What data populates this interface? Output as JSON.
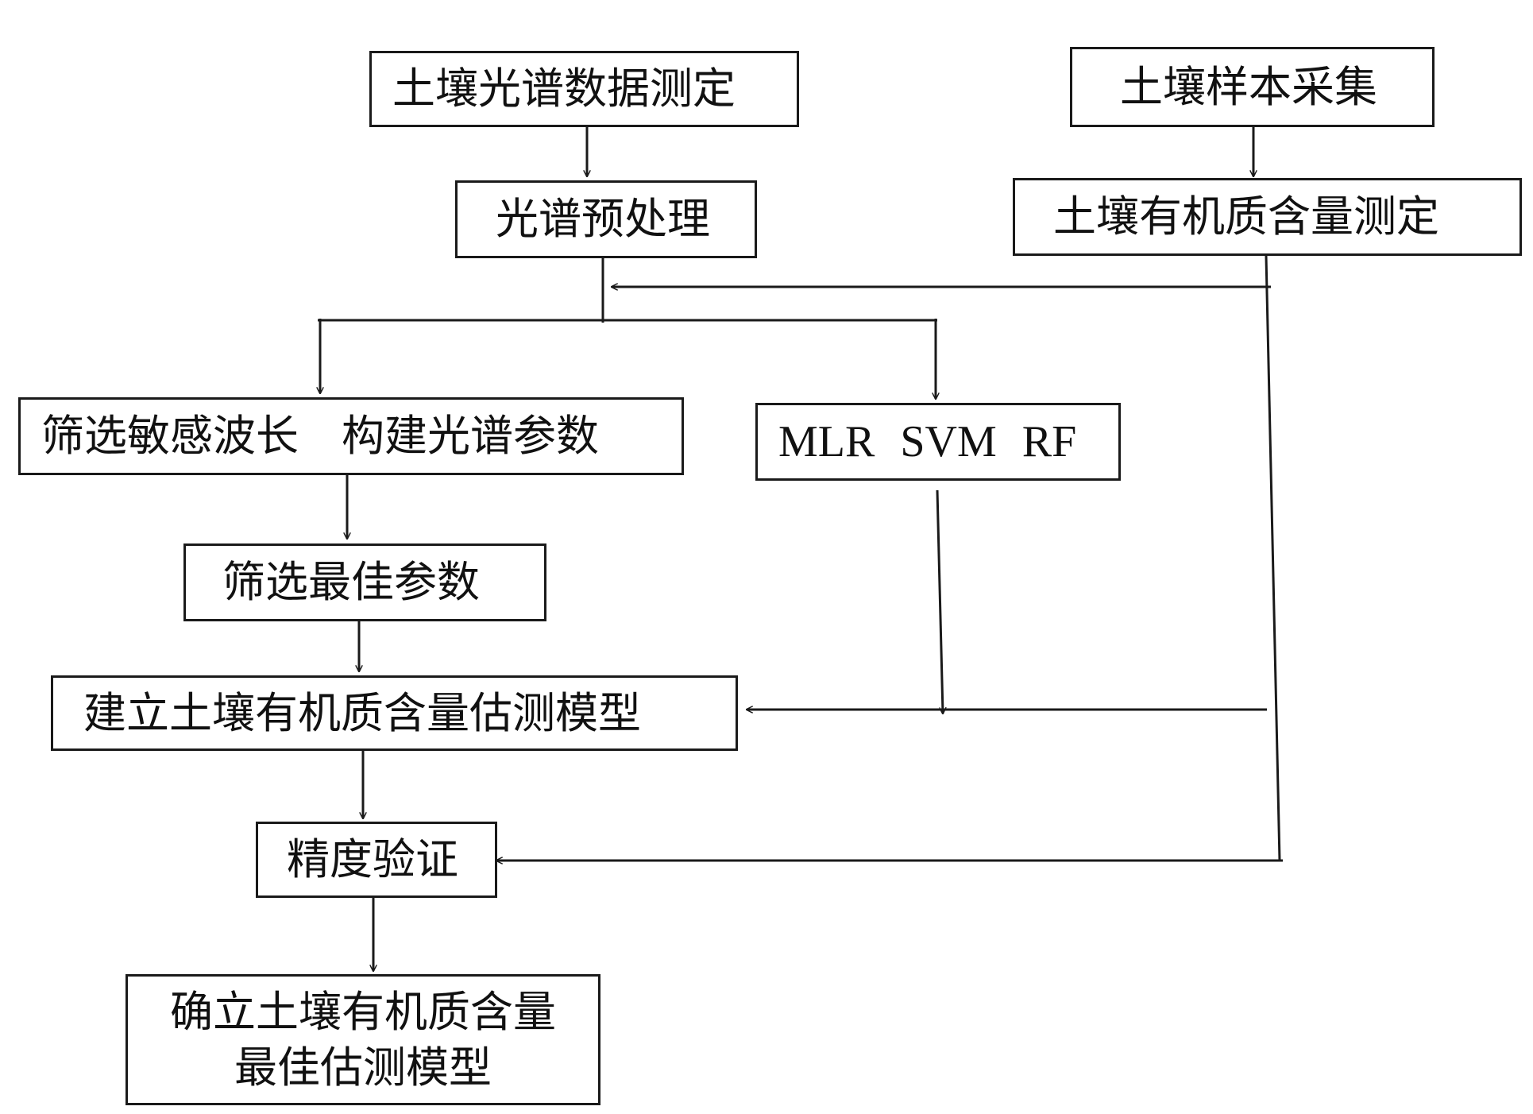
{
  "nodes": {
    "spectral_measurement": "土壤光谱数据测定",
    "sample_collection": "土壤样本采集",
    "spectral_preprocessing": "光谱预处理",
    "som_measurement": "土壤有机质含量测定",
    "band_selection": "筛选敏感波长　构建光谱参数",
    "models": "MLR  SVM  RF",
    "best_params": "筛选最佳参数",
    "build_model": "建立土壤有机质含量估测模型",
    "accuracy_validation": "精度验证",
    "final_model_line1": "确立土壤有机质含量",
    "final_model_line2": "最佳估测模型"
  },
  "colors": {
    "stroke": "#1a1a1a",
    "text": "#111111",
    "background": "#ffffff"
  }
}
